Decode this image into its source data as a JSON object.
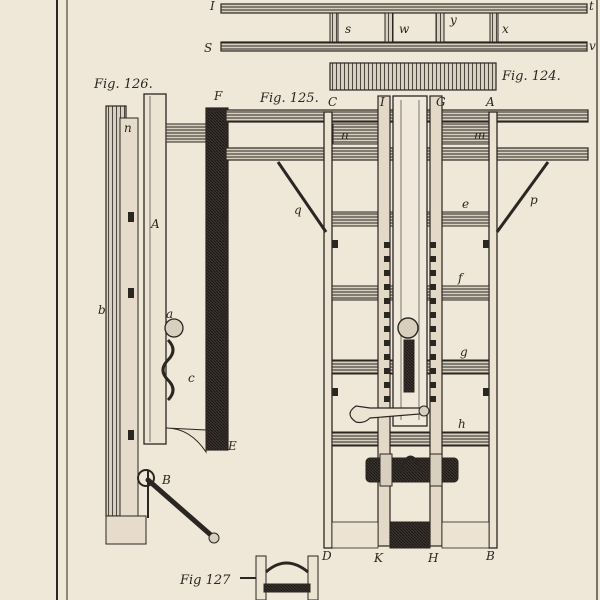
{
  "plate": {
    "paper_color": "#efe7d8",
    "ink_color": "#2a2622",
    "figure_labels": {
      "fig124": "Fig. 124.",
      "fig125": "Fig. 125.",
      "fig126": "Fig. 126.",
      "fig127": "Fig 127"
    },
    "top_letters": {
      "I": "I",
      "S": "S",
      "s": "s",
      "w": "w",
      "y": "y",
      "x": "x",
      "v": "v",
      "t": "t"
    },
    "fig126_letters": {
      "n": "n",
      "F": "F",
      "A": "A",
      "b": "b",
      "a": "a",
      "c": "c",
      "E": "E",
      "B": "B"
    },
    "fig125_letters": {
      "C": "C",
      "I": "I",
      "G": "G",
      "A": "A",
      "n": "n",
      "m": "m",
      "q": "q",
      "p": "p",
      "e": "e",
      "f": "f",
      "g": "g",
      "h": "h",
      "D": "D",
      "K": "K",
      "H": "H",
      "B": "B"
    }
  }
}
